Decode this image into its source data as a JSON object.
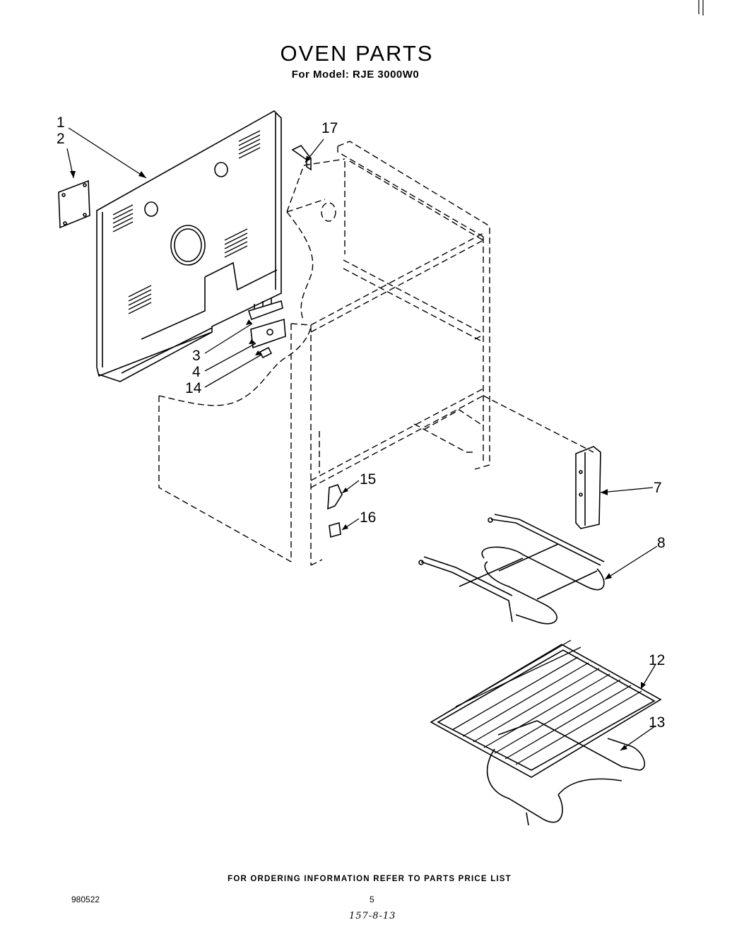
{
  "header": {
    "title": "OVEN PARTS",
    "subtitle": "For Model: RJE 3000W0"
  },
  "callouts": [
    {
      "id": "1",
      "label": "1"
    },
    {
      "id": "2",
      "label": "2"
    },
    {
      "id": "3",
      "label": "3"
    },
    {
      "id": "4",
      "label": "4"
    },
    {
      "id": "7",
      "label": "7"
    },
    {
      "id": "8",
      "label": "8"
    },
    {
      "id": "12",
      "label": "12"
    },
    {
      "id": "13",
      "label": "13"
    },
    {
      "id": "14",
      "label": "14"
    },
    {
      "id": "15",
      "label": "15"
    },
    {
      "id": "16",
      "label": "16"
    },
    {
      "id": "17",
      "label": "17"
    }
  ],
  "footer": {
    "ordering_note": "FOR ORDERING INFORMATION REFER TO PARTS PRICE LIST",
    "doc_code": "980522",
    "page_number": "5",
    "handwritten_code": "157-8-13"
  }
}
